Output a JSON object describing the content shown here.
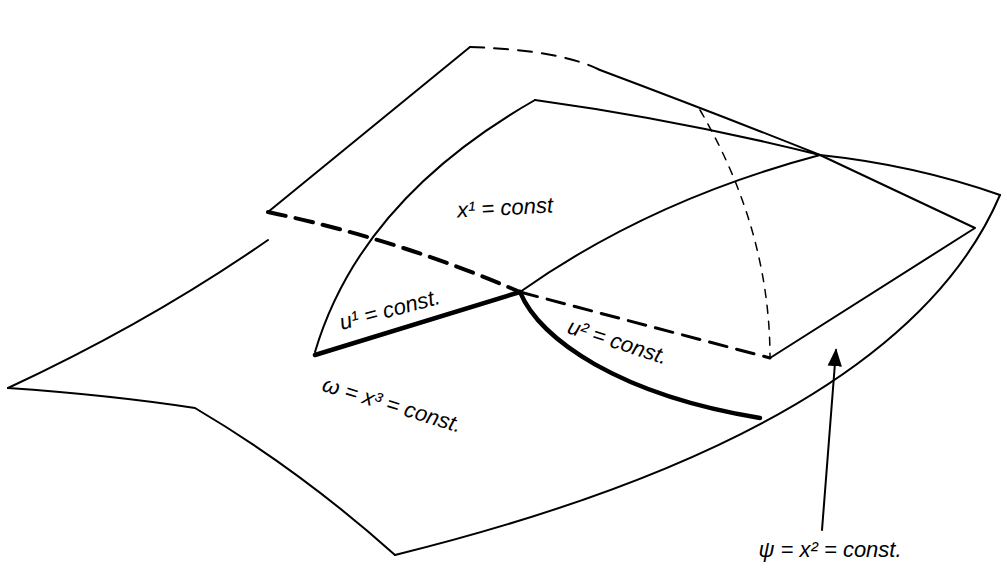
{
  "diagram": {
    "labels": [
      "x¹ = const",
      "u¹ = const.",
      "u² = const.",
      "ω = x³ = const.",
      "ψ = x² = const."
    ]
  }
}
